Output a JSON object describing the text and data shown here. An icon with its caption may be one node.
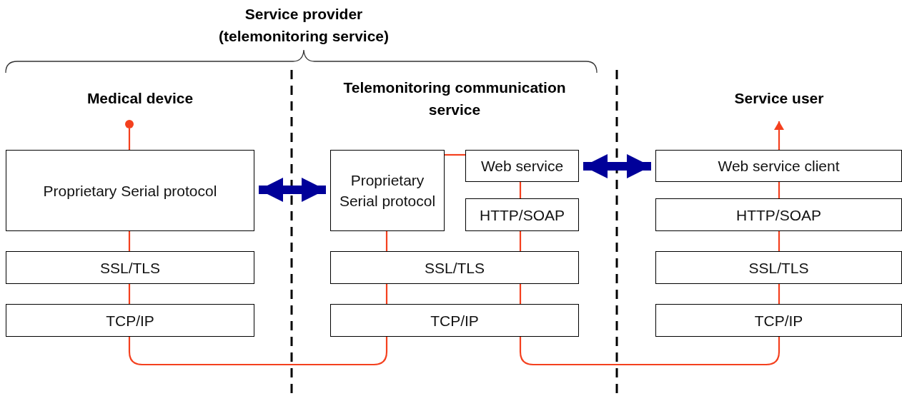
{
  "diagram": {
    "nodes": [
      {
        "text": [],
        "shape": "circle"
      },
      {
        "text": [
          "Proprietary Serial protocol"
        ]
      },
      {
        "text": [
          "SSL/TLS"
        ]
      },
      {
        "text": [
          "TCP/IP"
        ]
      },
      {
        "text": [
          "Proprietary Serial protocol"
        ]
      },
      {
        "text": [
          "Web service"
        ]
      },
      {
        "text": [
          "HTTP/SOAP"
        ]
      },
      {
        "text": [
          "SSL/TLS"
        ]
      },
      {
        "text": [
          "TCP/IP"
        ]
      },
      {
        "text": [
          "Web service client"
        ]
      },
      {
        "text": [
          "HTTP/SOAP"
        ]
      },
      {
        "text": [
          "SSL/TLS"
        ]
      },
      {
        "text": [
          "TCP/IP"
        ]
      }
    ],
    "edges": [
      {
        "from": 0,
        "to": 1,
        "arrow": "none"
      },
      {
        "from": 1,
        "to": 2,
        "arrow": "none"
      },
      {
        "from": 2,
        "to": 3,
        "arrow": "none"
      },
      {
        "from": 3,
        "to": 8,
        "arrow": "none"
      },
      {
        "from": 8,
        "to": 7,
        "arrow": "none"
      },
      {
        "from": 7,
        "to": 4,
        "arrow": "none"
      },
      {
        "from": 4,
        "to": 5,
        "arrow": "none"
      },
      {
        "from": 5,
        "to": 6,
        "arrow": "none"
      },
      {
        "from": 6,
        "to": 7,
        "arrow": "none"
      },
      {
        "from": 7,
        "to": 8,
        "arrow": "none"
      },
      {
        "from": 8,
        "to": 12,
        "arrow": "none"
      },
      {
        "from": 12,
        "to": 11,
        "arrow": "none"
      },
      {
        "from": 11,
        "to": 10,
        "arrow": "none"
      },
      {
        "from": 10,
        "to": 9,
        "arrow": "none"
      },
      {
        "from": 9,
        "to": null,
        "arrow": "to"
      },
      {
        "from": 1,
        "to": 4,
        "arrow": "both",
        "style": "thick",
        "color": "#000099"
      },
      {
        "from": 5,
        "to": 9,
        "arrow": "both",
        "style": "thick",
        "color": "#000099"
      }
    ],
    "labels": [
      "Service provider (telemonitoring service)",
      "Medical device",
      "Telemonitoring communication service",
      "Service user"
    ]
  }
}
